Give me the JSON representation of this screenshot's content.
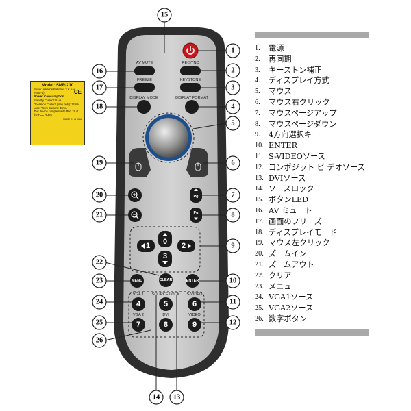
{
  "remote": {
    "button_labels": {
      "av_mute": "AV MUTE",
      "re_sync": "RE-SYNC",
      "freeze": "FREEZE",
      "keystone": "KEYSTONE",
      "display_mode": "DISPLAY MODE",
      "display_format": "DISPLAY FORMAT",
      "source_lock": "SOURCE LOCK",
      "s_video": "S-VIDEO",
      "vga1": "VGA 1",
      "vga2": "VGA 2",
      "dvi": "DVI",
      "video": "VIDEO"
    },
    "key_texts": {
      "menu": "MENU",
      "clear": "CLEAR",
      "enter": "ENTER",
      "pg": "Pg",
      "num_0": "0",
      "num_1": "1",
      "num_2": "2",
      "num_3": "3",
      "num_4": "4",
      "num_5": "5",
      "num_6": "6",
      "num_7": "7",
      "num_8": "8",
      "num_9": "9"
    }
  },
  "callouts": [
    "1",
    "2",
    "3",
    "4",
    "5",
    "6",
    "7",
    "8",
    "9",
    "10",
    "11",
    "12",
    "13",
    "14",
    "15",
    "16",
    "17",
    "18",
    "19",
    "20",
    "21",
    "22",
    "23",
    "24",
    "25",
    "26"
  ],
  "sticker": {
    "title": "Model: SMR-210",
    "ce": "CE",
    "line1": "Power: Alkaline Batteries 2 X AAA",
    "line2": "(NEM-4)",
    "power_heading": "Power Consumption",
    "line3": "Standby Current: 5 uA",
    "line4": "Operation Current (Max only): 12mA",
    "line5": "Laser Work Current: 40mA",
    "line6": "This device complies with Part 15 of",
    "line7": "the FCC Rules",
    "footer": "MADE IN CHINA"
  },
  "legend": {
    "items": [
      {
        "num": "1.",
        "label": "電源"
      },
      {
        "num": "2.",
        "label": "再同期"
      },
      {
        "num": "3.",
        "label": "キーストン補正"
      },
      {
        "num": "4.",
        "label": "ディスプレイ方式"
      },
      {
        "num": "5.",
        "label": "マウス"
      },
      {
        "num": "6.",
        "label": "マウス右クリック"
      },
      {
        "num": "7.",
        "label": "マウスページアップ"
      },
      {
        "num": "8.",
        "label": "マウスページダウン"
      },
      {
        "num": "9.",
        "label": "4方向選択キー"
      },
      {
        "num": "10.",
        "label": "ENTER"
      },
      {
        "num": "11.",
        "label": "S-VIDEOソース"
      },
      {
        "num": "12.",
        "label": "コンポジット ビ デオソース"
      },
      {
        "num": "13.",
        "label": "DVIソース"
      },
      {
        "num": "14.",
        "label": "ソースロック"
      },
      {
        "num": "15.",
        "label": "ボタンLED"
      },
      {
        "num": "16.",
        "label": "AV ミュート"
      },
      {
        "num": "17.",
        "label": "画面のフリーズ"
      },
      {
        "num": "18.",
        "label": "ディスプレイモード"
      },
      {
        "num": "19.",
        "label": "マウス左クリック"
      },
      {
        "num": "20.",
        "label": "ズームイン"
      },
      {
        "num": "21.",
        "label": "ズームアウト"
      },
      {
        "num": "22.",
        "label": "クリア"
      },
      {
        "num": "23.",
        "label": "メニュー"
      },
      {
        "num": "24.",
        "label": "VGA1ソース"
      },
      {
        "num": "25.",
        "label": "VGA2ソース"
      },
      {
        "num": "26.",
        "label": "数字ボタン"
      }
    ]
  },
  "colors": {
    "body_outer": "#2e2e2e",
    "face": "#c4c4c4",
    "button_dark": "#1c1c1c",
    "power": "#c8181e",
    "trackball_ring": "#1d4f8c",
    "sticker": "#f2d21a",
    "legend_bar": "#a9a9a9"
  }
}
